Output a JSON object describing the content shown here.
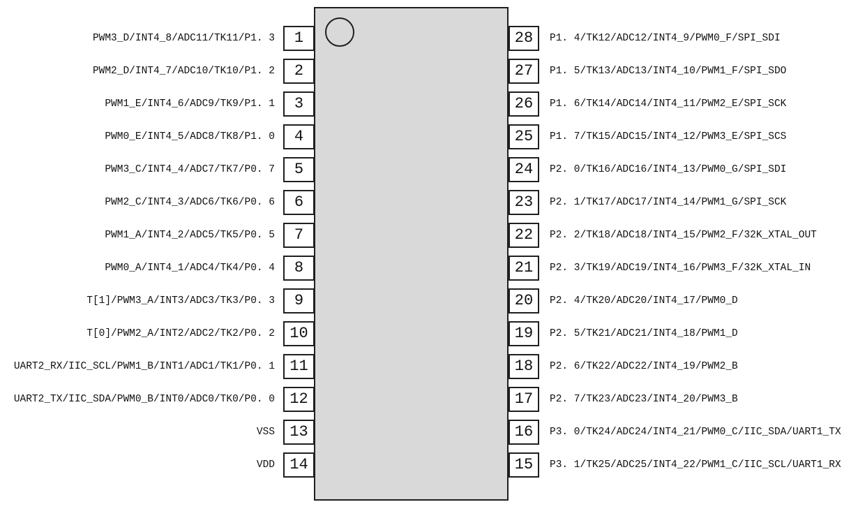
{
  "figure": {
    "type": "ic-pinout-diagram",
    "pin_count": 28,
    "colors": {
      "background": "#ffffff",
      "chip_fill": "#d9d9d9",
      "chip_border": "#1f1f1f",
      "pin_box_fill": "#ffffff",
      "pin_box_border": "#1f1f1f",
      "text": "#111111"
    }
  },
  "pins": {
    "left": [
      {
        "number": "1",
        "label": "PWM3_D/INT4_8/ADC11/TK11/P1. 3"
      },
      {
        "number": "2",
        "label": "PWM2_D/INT4_7/ADC10/TK10/P1. 2"
      },
      {
        "number": "3",
        "label": "PWM1_E/INT4_6/ADC9/TK9/P1. 1"
      },
      {
        "number": "4",
        "label": "PWM0_E/INT4_5/ADC8/TK8/P1. 0"
      },
      {
        "number": "5",
        "label": "PWM3_C/INT4_4/ADC7/TK7/P0. 7"
      },
      {
        "number": "6",
        "label": "PWM2_C/INT4_3/ADC6/TK6/P0. 6"
      },
      {
        "number": "7",
        "label": "PWM1_A/INT4_2/ADC5/TK5/P0. 5"
      },
      {
        "number": "8",
        "label": "PWM0_A/INT4_1/ADC4/TK4/P0. 4"
      },
      {
        "number": "9",
        "label": "T[1]/PWM3_A/INT3/ADC3/TK3/P0. 3"
      },
      {
        "number": "10",
        "label": "T[0]/PWM2_A/INT2/ADC2/TK2/P0. 2"
      },
      {
        "number": "11",
        "label": "UART2_RX/IIC_SCL/PWM1_B/INT1/ADC1/TK1/P0. 1"
      },
      {
        "number": "12",
        "label": "UART2_TX/IIC_SDA/PWM0_B/INT0/ADC0/TK0/P0. 0"
      },
      {
        "number": "13",
        "label": "VSS"
      },
      {
        "number": "14",
        "label": "VDD"
      }
    ],
    "right": [
      {
        "number": "28",
        "label": "P1. 4/TK12/ADC12/INT4_9/PWM0_F/SPI_SDI"
      },
      {
        "number": "27",
        "label": "P1. 5/TK13/ADC13/INT4_10/PWM1_F/SPI_SDO"
      },
      {
        "number": "26",
        "label": "P1. 6/TK14/ADC14/INT4_11/PWM2_E/SPI_SCK"
      },
      {
        "number": "25",
        "label": "P1. 7/TK15/ADC15/INT4_12/PWM3_E/SPI_SCS"
      },
      {
        "number": "24",
        "label": "P2. 0/TK16/ADC16/INT4_13/PWM0_G/SPI_SDI"
      },
      {
        "number": "23",
        "label": "P2. 1/TK17/ADC17/INT4_14/PWM1_G/SPI_SCK"
      },
      {
        "number": "22",
        "label": "P2. 2/TK18/ADC18/INT4_15/PWM2_F/32K_XTAL_OUT"
      },
      {
        "number": "21",
        "label": "P2. 3/TK19/ADC19/INT4_16/PWM3_F/32K_XTAL_IN"
      },
      {
        "number": "20",
        "label": "P2. 4/TK20/ADC20/INT4_17/PWM0_D"
      },
      {
        "number": "19",
        "label": "P2. 5/TK21/ADC21/INT4_18/PWM1_D"
      },
      {
        "number": "18",
        "label": "P2. 6/TK22/ADC22/INT4_19/PWM2_B"
      },
      {
        "number": "17",
        "label": "P2. 7/TK23/ADC23/INT4_20/PWM3_B"
      },
      {
        "number": "16",
        "label": "P3. 0/TK24/ADC24/INT4_21/PWM0_C/IIC_SDA/UART1_TX"
      },
      {
        "number": "15",
        "label": "P3. 1/TK25/ADC25/INT4_22/PWM1_C/IIC_SCL/UART1_RX"
      }
    ]
  }
}
